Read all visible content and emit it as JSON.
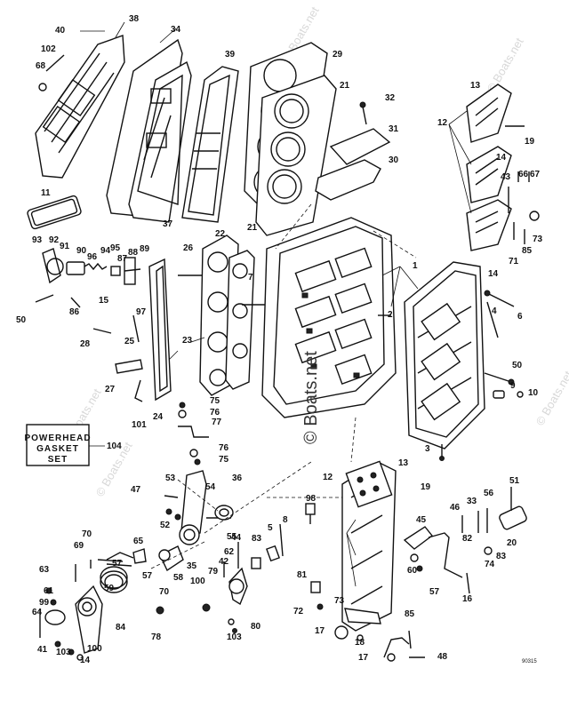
{
  "gasket_set_box": {
    "line1": "POWERHEAD",
    "line2": "GASKET",
    "line3": "SET",
    "ref_number": "104"
  },
  "watermark": {
    "main": "© Boats.net",
    "faint": "© Boats.net"
  },
  "drawing_reference": "90315",
  "callouts": [
    "40",
    "38",
    "34",
    "39",
    "29",
    "21",
    "32",
    "31",
    "30",
    "13",
    "12",
    "19",
    "14",
    "66",
    "67",
    "43",
    "73",
    "85",
    "71",
    "102",
    "68",
    "11",
    "37",
    "22",
    "21",
    "26",
    "7",
    "1",
    "2",
    "6",
    "4",
    "50",
    "9",
    "10",
    "93",
    "92",
    "91",
    "90",
    "96",
    "94",
    "95",
    "89",
    "88",
    "87",
    "86",
    "15",
    "50",
    "28",
    "25",
    "97",
    "23",
    "27",
    "101",
    "24",
    "3",
    "75",
    "76",
    "77",
    "76",
    "75",
    "53",
    "54",
    "36",
    "47",
    "52",
    "44",
    "55",
    "62",
    "8",
    "5",
    "83",
    "98",
    "12",
    "13",
    "19",
    "56",
    "51",
    "33",
    "46",
    "45",
    "82",
    "20",
    "83",
    "74",
    "60",
    "57",
    "16",
    "70",
    "57",
    "65",
    "35",
    "69",
    "79",
    "42",
    "70",
    "58",
    "61",
    "57",
    "63",
    "99",
    "64",
    "59",
    "84",
    "78",
    "100",
    "103",
    "80",
    "81",
    "72",
    "73",
    "17",
    "18",
    "85",
    "17",
    "48",
    "41",
    "103",
    "100",
    "14",
    "14"
  ]
}
